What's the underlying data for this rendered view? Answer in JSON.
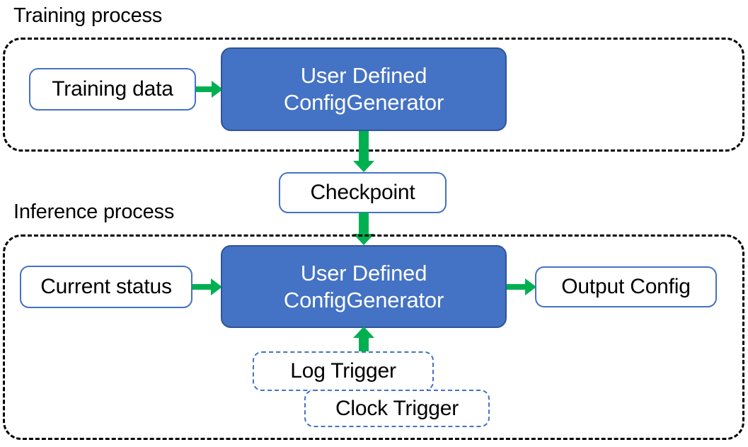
{
  "diagram": {
    "title_top": "Training process",
    "title_bottom": "Inference process",
    "colors": {
      "accent_blue": "#4472C4",
      "blue_border": "#2F5597",
      "arrow_green": "#00B050",
      "container_border": "#000000",
      "text_dark": "#000000",
      "text_light": "#FFFFFF",
      "background": "#FFFFFF"
    },
    "nodes": {
      "training_data": "Training data",
      "generator_top_line1": "User Defined",
      "generator_top_line2": "ConfigGenerator",
      "checkpoint": "Checkpoint",
      "current_status": "Current status",
      "generator_bottom_line1": "User Defined",
      "generator_bottom_line2": "ConfigGenerator",
      "output_config": "Output Config",
      "log_trigger": "Log Trigger",
      "clock_trigger": "Clock Trigger"
    },
    "arrows": [
      {
        "name": "training-data-to-generator",
        "direction": "right"
      },
      {
        "name": "generator-to-checkpoint",
        "direction": "down"
      },
      {
        "name": "checkpoint-to-generator",
        "direction": "down"
      },
      {
        "name": "current-status-to-generator",
        "direction": "right"
      },
      {
        "name": "generator-to-output-config",
        "direction": "right"
      },
      {
        "name": "trigger-to-generator",
        "direction": "up"
      }
    ]
  }
}
